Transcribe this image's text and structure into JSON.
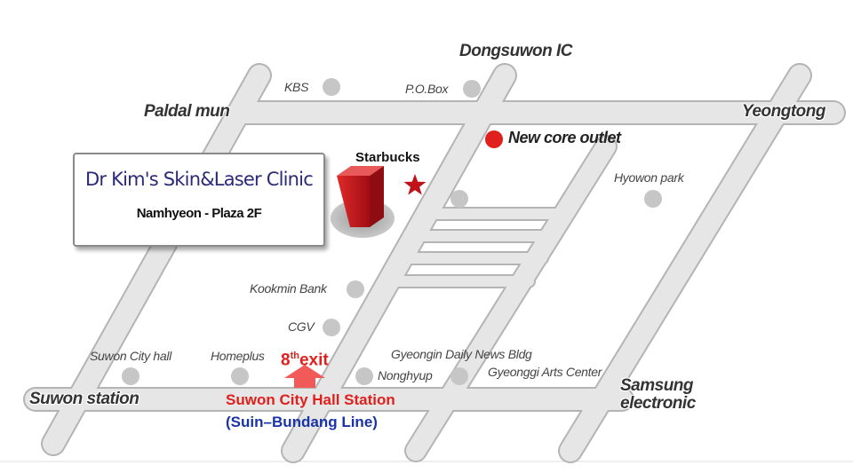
{
  "map": {
    "roads": {
      "paldal_mun": "Paldal mun",
      "yeongtong": "Yeongtong",
      "dongsuwon_ic": "Dongsuwon IC",
      "suwon_station": "Suwon station",
      "samsung_electronic": "Samsung\nelectronic"
    },
    "landmarks": {
      "kbs": "KBS",
      "post_office": "P.O.Box",
      "new_core_outlet": "New core outlet",
      "starbucks": "Starbucks",
      "hyowon_park": "Hyowon park",
      "kookmin_bank": "Kookmin Bank",
      "cgv": "CGV",
      "suwon_city_hall": "Suwon City hall",
      "homeplus": "Homeplus",
      "gyeongin_daily_news": "Gyeongin Daily News Bldg",
      "nonghyup": "Nonghyup",
      "gyeonggi_arts_center": "Gyeonggi Arts Center"
    },
    "clinic": {
      "name": "Dr Kim's Skin&Laser Clinic",
      "location": "Namhyeon - Plaza 2F"
    },
    "station": {
      "exit_number": "8",
      "exit_suffix": "th",
      "exit_word": "exit",
      "name": "Suwon City Hall Station",
      "line": "(Suin–Bundang Line)"
    },
    "colors": {
      "road_fill": "#e6e6e6",
      "road_outline": "#b4b4b4",
      "marker_gray": "#c6c6c6",
      "accent_red": "#e0201c",
      "line_blue": "#1a33a6",
      "building_red": "#c0121b"
    }
  }
}
